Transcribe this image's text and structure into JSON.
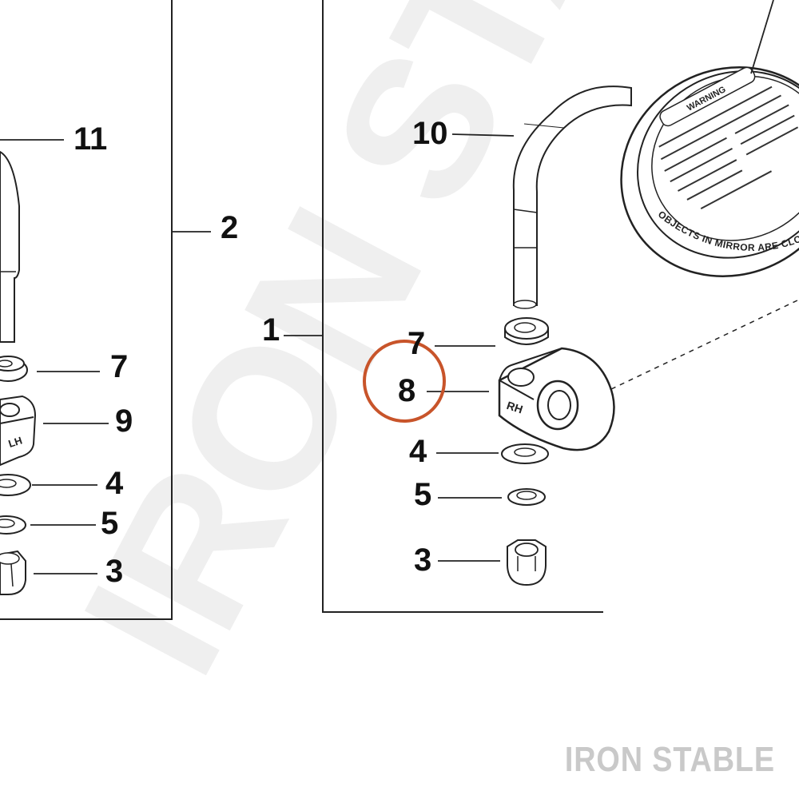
{
  "watermark": "IRON STABLE",
  "brand": "IRON STABLE",
  "callouts": {
    "c11": "11",
    "c2": "2",
    "c7_left": "7",
    "c9": "9",
    "c4_left": "4",
    "c5_left": "5",
    "c3_left": "3",
    "c10": "10",
    "c1": "1",
    "c7_right": "7",
    "c8": "8",
    "c4_right": "4",
    "c5_right": "5",
    "c3_right": "3"
  },
  "bracket_labels": {
    "lh": "LH",
    "rh": "RH"
  },
  "mirror_text": {
    "warning_label": "WARNING",
    "edge_text": "OBJECTS IN MIRROR ARE CLOSER THAN THEY APPEAR"
  },
  "highlight_color": "#c8542a"
}
